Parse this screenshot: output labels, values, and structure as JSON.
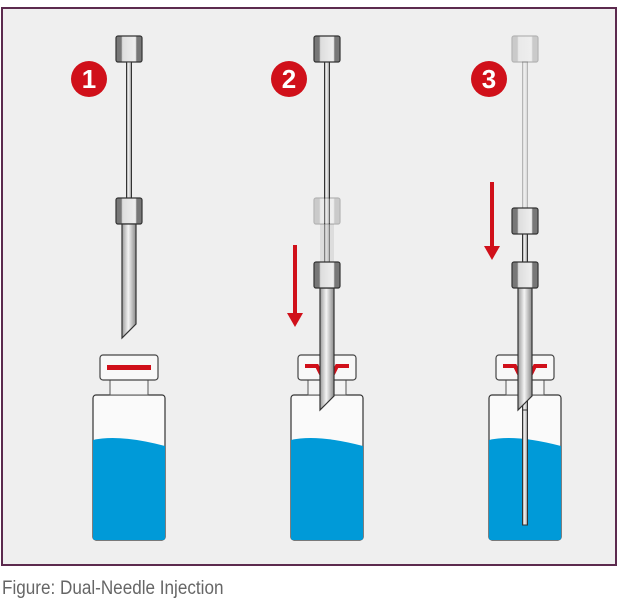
{
  "figure": {
    "caption": "Figure: Dual-Needle Injection",
    "steps": [
      {
        "number": "1"
      },
      {
        "number": "2"
      },
      {
        "number": "3"
      }
    ],
    "colors": {
      "badge": "#d0101a",
      "liquid": "#009ad8",
      "arrow": "#d0101a",
      "frame": "#5c2a4e",
      "background": "#efefef"
    }
  }
}
